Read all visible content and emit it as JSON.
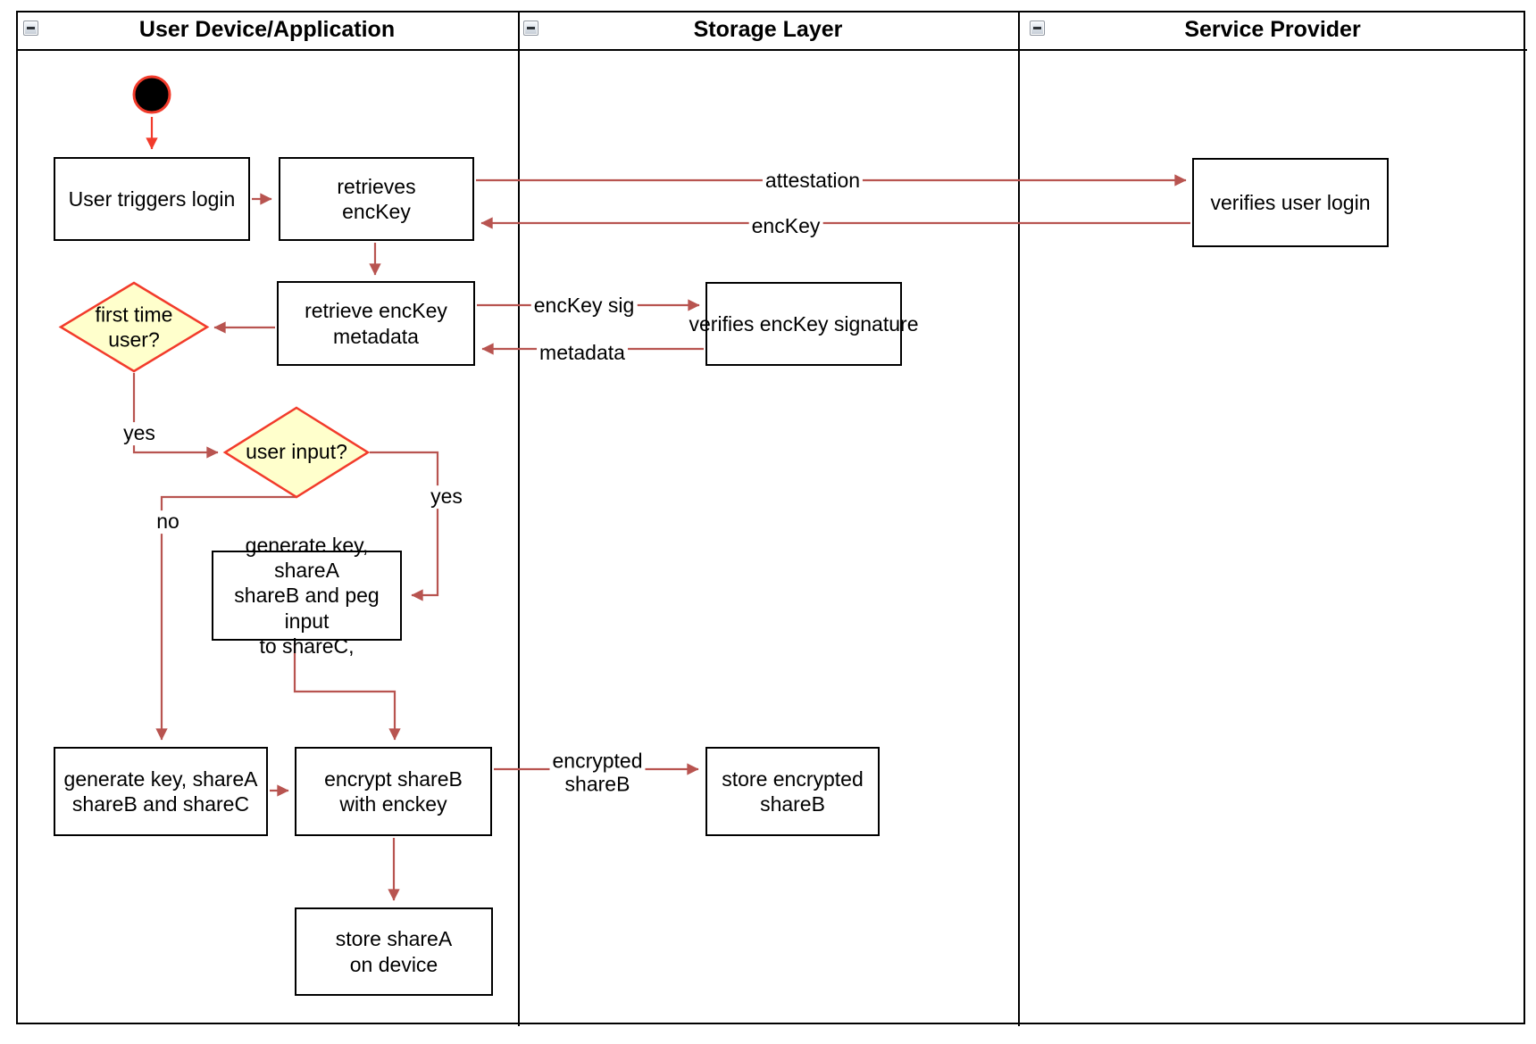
{
  "lanes": [
    {
      "title": "User Device/Application"
    },
    {
      "title": "Storage Layer"
    },
    {
      "title": "Service Provider"
    }
  ],
  "nodes": {
    "user_triggers_login": {
      "label": "User triggers login"
    },
    "retrieves_enckey": {
      "label": "retrieves\nencKey"
    },
    "verifies_user_login": {
      "label": "verifies user login"
    },
    "retrieve_enckey_metadata": {
      "label": "retrieve encKey\nmetadata"
    },
    "verifies_enckey_signature": {
      "label": "verifies encKey signature"
    },
    "generate_key_peg_input": {
      "label": "generate key, shareA\nshareB and peg input\nto shareC,"
    },
    "generate_key_sharec": {
      "label": "generate key, shareA\nshareB and shareC"
    },
    "encrypt_shareb": {
      "label": "encrypt shareB\nwith enckey"
    },
    "store_encrypted_shareb": {
      "label": "store encrypted\nshareB"
    },
    "store_sharea_on_device": {
      "label": "store shareA\non device"
    }
  },
  "decisions": {
    "first_time_user": {
      "label": "first time\nuser?"
    },
    "user_input": {
      "label": "user input?"
    }
  },
  "edge_labels": {
    "attestation": "attestation",
    "enckey": "encKey",
    "enckey_sig": "encKey sig",
    "metadata": "metadata",
    "yes_first_time": "yes",
    "no_user_input": "no",
    "yes_user_input": "yes",
    "encrypted_shareb": "encrypted\nshareB"
  },
  "colors": {
    "connector": "#b85450",
    "start_arrow": "#f23b2b",
    "decision_fill": "#ffffcc",
    "decision_border": "#f23b2b",
    "node_border": "#000000",
    "node_fill": "#ffffff",
    "start_fill": "#000000"
  }
}
